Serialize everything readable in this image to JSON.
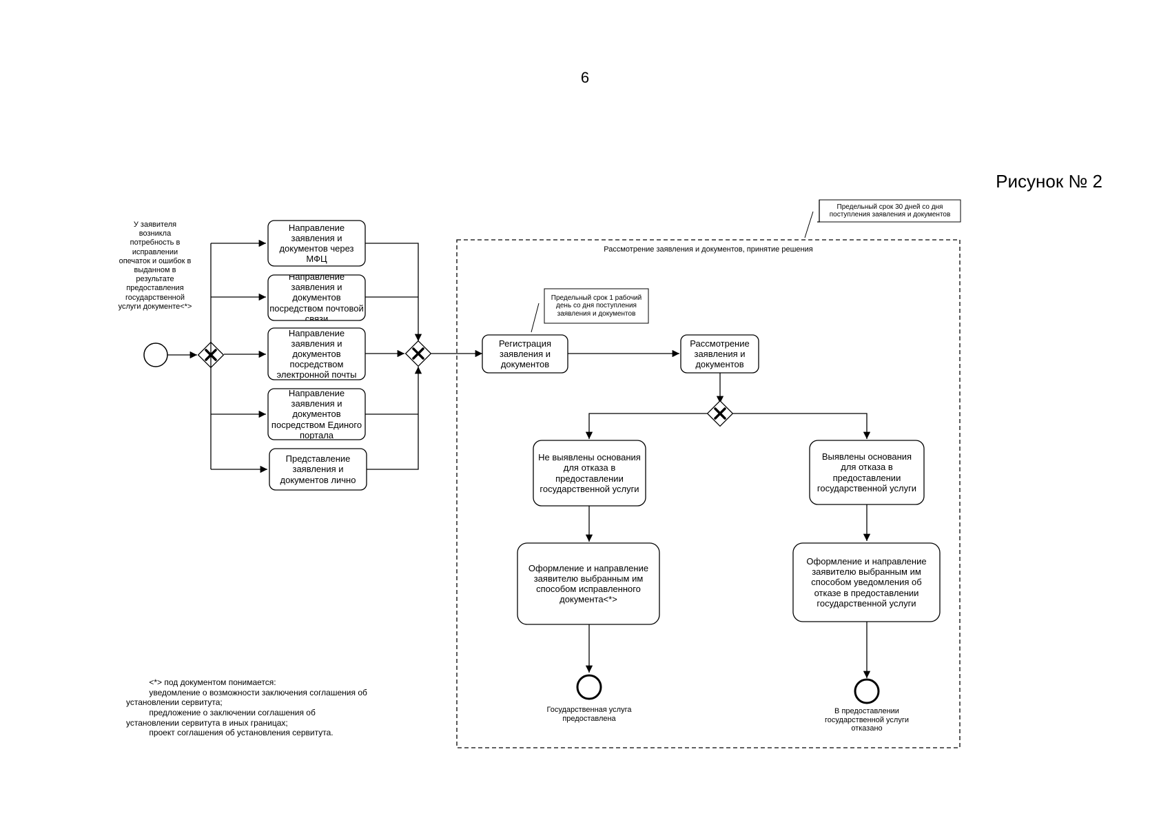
{
  "page_number": "6",
  "figure_label": "Рисунок № 2",
  "start_event_label": "У заявителя возникла потребность в исправлении опечаток и ошибок в выданном в результате предоставления государственной услуги документе<*>",
  "submission_tasks": [
    "Направление заявления и документов через МФЦ",
    "Направление заявления и документов посредством почтовой связи",
    "Направление заявления и документов посредством электронной почты",
    "Направление заявления и документов посредством Единого портала",
    "Представление заявления и документов лично"
  ],
  "deadline_note_overall": "Предельный срок 30 дней со дня поступления заявления и документов",
  "review_container_label": "Рассмотрение заявления и документов, принятие решения",
  "deadline_note_registration": "Предельный срок 1 рабочий день со дня поступления заявления и документов",
  "registration_task": "Регистрация заявления и документов",
  "review_task": "Рассмотрение заявления и документов",
  "no_grounds_task": "Не выявлены основания для отказа в предоставлении государственной услуги",
  "grounds_task": "Выявлены основания для отказа в предоставлении государственной услуги",
  "send_corrected_task": "Оформление и направление заявителю выбранным им способом исправленного документа<*>",
  "send_refusal_task": "Оформление и направление заявителю выбранным им способом уведомления об отказе в предоставлении государственной услуги",
  "end_provided_label": "Государственная услуга предоставлена",
  "end_refused_label": "В предоставлении государственной услуги отказано",
  "footnote_lines": [
    "          <*> под документом понимается:",
    "          уведомление о возможности заключения соглашения об",
    "установлении сервитута;",
    "          предложение о заключении соглашения об",
    "установлении сервитута в иных границах;",
    "          проект соглашения об установления сервитута."
  ],
  "colors": {
    "stroke": "#000000",
    "background": "#ffffff"
  }
}
